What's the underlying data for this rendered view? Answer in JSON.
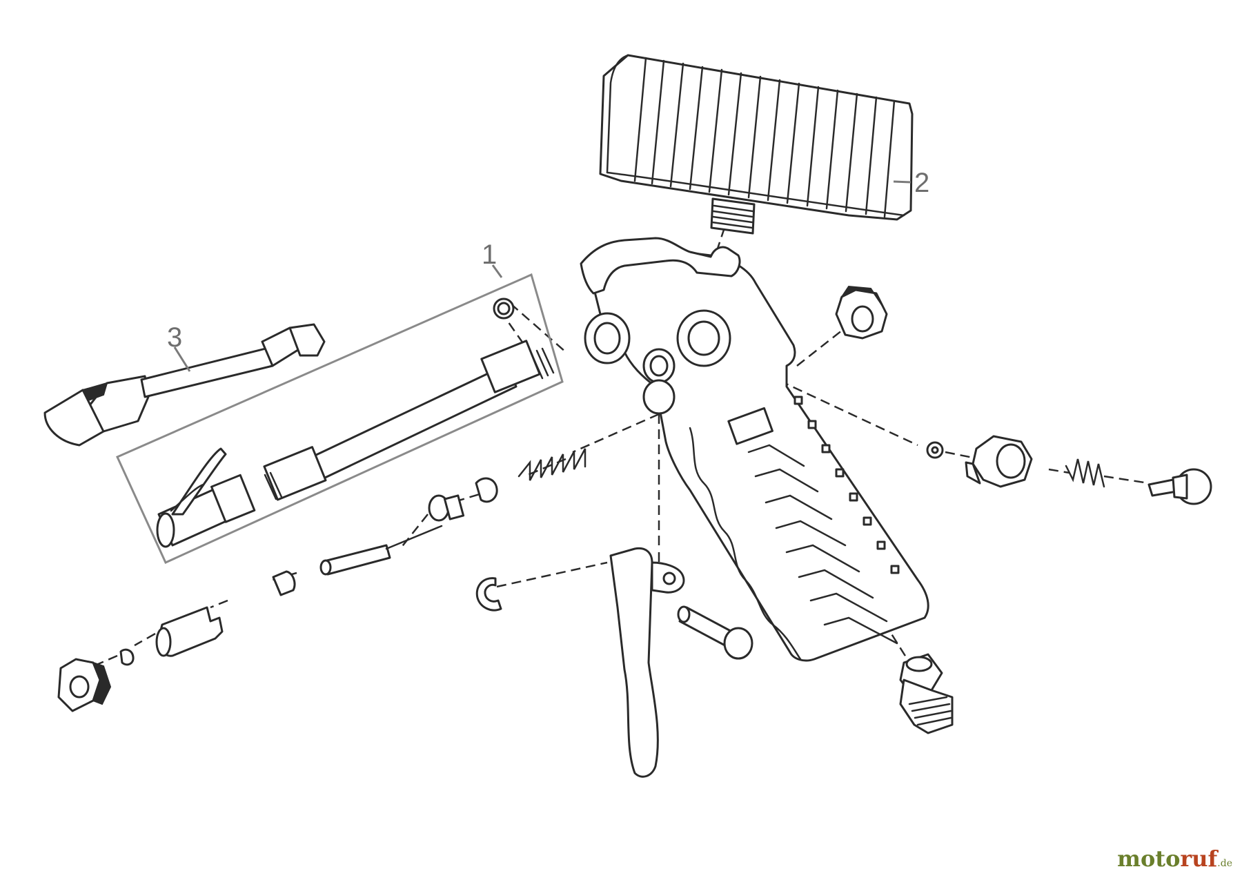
{
  "callouts": [
    {
      "id": "1",
      "label": "1"
    },
    {
      "id": "2",
      "label": "2"
    },
    {
      "id": "3",
      "label": "3"
    }
  ],
  "watermark": {
    "part1": "moto",
    "part2": "ruf",
    "part3": ".de"
  },
  "colors": {
    "line": "#2a2a2a",
    "callout": "#7a7a7a",
    "brand_green": "#6a7f2c",
    "brand_red": "#b8431f"
  }
}
